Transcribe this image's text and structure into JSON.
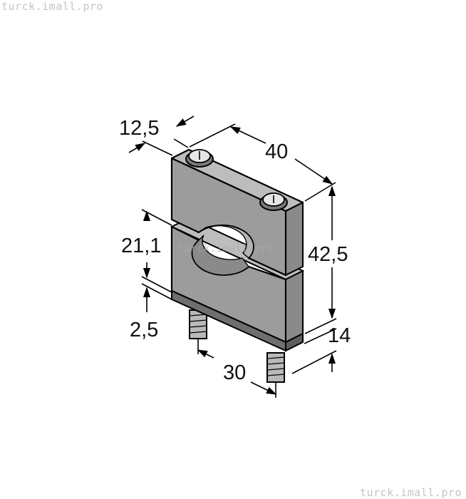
{
  "watermarks": {
    "top": "turck.imall.pro",
    "center": "turck.imall.pro",
    "bottom": "turck.imall.pro"
  },
  "dimensions": {
    "depth": "12,5",
    "width": "40",
    "height": "42,5",
    "bore_offset": "21,1",
    "pad_thickness": "2,5",
    "base_height": "14",
    "stud_spacing": "30"
  },
  "colors": {
    "block_front": "#9c9c9c",
    "block_top": "#bdbdbd",
    "block_side": "#8a8a8a",
    "pad": "#6f6f6f",
    "outline": "#000000"
  },
  "icons": [
    "screw-head-icon",
    "threaded-stud-icon",
    "dimension-arrow-icon"
  ]
}
